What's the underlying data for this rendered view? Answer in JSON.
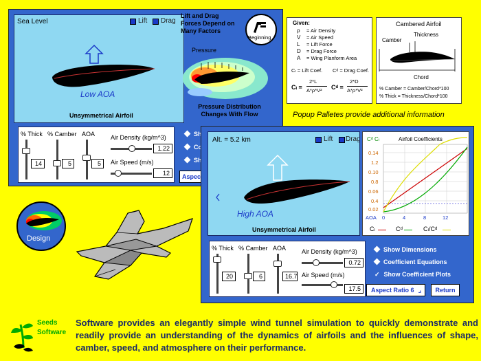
{
  "panel1": {
    "altitude": "Sea Level",
    "lift_label": "Lift",
    "drag_label": "Drag",
    "aoa_text": "Low AOA",
    "airfoil_title": "Unsymmetrical Airfoil",
    "controls": {
      "thick_label": "% Thick",
      "camber_label": "% Camber",
      "aoa_label": "AOA",
      "thick_value": "14",
      "camber_value": "5",
      "aoa_value": "5",
      "density_label": "Air Density (kg/m^3)",
      "density_value": "1.22",
      "speed_label": "Air Speed (m/s)",
      "speed_value": "12"
    },
    "options": [
      "Sh",
      "Co",
      "Sh"
    ],
    "aspect_button": "Aspect"
  },
  "middle": {
    "heading_line1": "Lift and Drag",
    "heading_line2": "Forces Depend on",
    "heading_line3": "Many Factors",
    "beginning_label": "Beginning",
    "pressure_label": "Pressure",
    "caption_line1": "Pressure Distribution",
    "caption_line2": "Changes With Flow"
  },
  "given": {
    "title": "Given:",
    "rows": [
      {
        "sym": "ρ",
        "def": "= Air Density"
      },
      {
        "sym": "V",
        "def": "= Air Speed"
      },
      {
        "sym": "L",
        "def": "= Lift Force"
      },
      {
        "sym": "D",
        "def": "= Drag Force"
      },
      {
        "sym": "A",
        "def": "= Wing Planform Area"
      }
    ],
    "cl_def": "Cₗ = Lift Coef.",
    "cd_def": "Cᵈ = Drag Coef.",
    "cl_lhs": "Cₗ =",
    "cl_num": "2*L",
    "cl_den": "A*ρ*V²",
    "cd_lhs": "Cᵈ =",
    "cd_num": "2*D",
    "cd_den": "A*ρ*V²"
  },
  "cambered": {
    "title": "Cambered Airfoil",
    "camber_label": "Camber",
    "thickness_label": "Thickness",
    "chord_label": "Chord",
    "formula1": "% Camber = Camber/Chord*100",
    "formula2": "% Thick = Thickness/Chord*100"
  },
  "popup_caption": "Popup Palletes provide additional information",
  "panel2": {
    "altitude": "Alt. = 5.2 km",
    "lift_label": "Lift",
    "drag_label": "Drag",
    "aoa_text": "High AOA",
    "airfoil_title": "Unsymmetrical Airfoil",
    "controls": {
      "thick_label": "% Thick",
      "camber_label": "% Camber",
      "aoa_label": "AOA",
      "thick_value": "20",
      "camber_value": "6",
      "aoa_value": "16.7",
      "density_label": "Air Density (kg/m^3)",
      "density_value": "0.72",
      "speed_label": "Air Speed (m/s)",
      "speed_value": "17.5"
    },
    "options": [
      "Show Dimensions",
      "Coefficient Equations",
      "Show Coefficient Plots"
    ],
    "aspect_button": "Aspect Ratio 6",
    "return_button": "Return"
  },
  "coeff_chart": {
    "title": "Airfoil Coefficients",
    "y_ticks": [
      "0.14",
      "1.2",
      "0.10",
      "0.8",
      "0.06",
      "0.4",
      "0.02"
    ],
    "x_ticks": [
      "0",
      "4",
      "8",
      "12"
    ],
    "x_axis_label": "AOA",
    "legend_cl": "Cₗ",
    "legend_cd": "Cᵈ",
    "legend_ratio": "Cₗ/Cᵈ",
    "y_axis_top_label": "Cᵈ Cₗ",
    "colors": {
      "cl": "#cc0000",
      "cd": "#00aa00",
      "ratio": "#dddd00"
    }
  },
  "design_label": "Design",
  "brand": {
    "line1": "Seeds",
    "line2": "Software"
  },
  "bottom_text": "Software provides an elegantly simple wind tunnel simulation to quickly demonstrate and readily provide an understanding of the dynamics of airfoils and the influences of shape, camber, speed, and atmosphere on their performance."
}
